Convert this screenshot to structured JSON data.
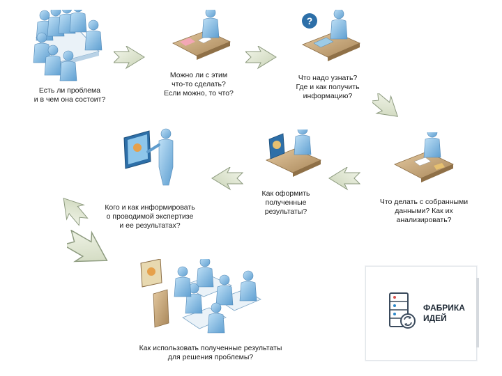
{
  "steps": [
    {
      "caption": "Есть ли проблема\nи в чем она состоит?"
    },
    {
      "caption": "Можно ли с этим\nчто-то сделать?\nЕсли можно, то что?"
    },
    {
      "caption": "Что надо узнать?\nГде и как получить\nинформацию?"
    },
    {
      "caption": "Что делать с собранными\nданными? Как их\nанализировать?"
    },
    {
      "caption": "Как оформить\nполученные\nрезультаты?"
    },
    {
      "caption": "Кого и как информировать\nо проводимой экспертизе\nи ее результатах?"
    },
    {
      "caption": "Как использовать полученные результаты\nдля решения проблемы?"
    }
  ],
  "brand": {
    "name": "ФАБРИКА\nИДЕЙ",
    "accent": "#2b87c9"
  },
  "colors": {
    "person_body": "#8fc1e4",
    "person_shade": "#5e9ccd",
    "desk": "#c9a878",
    "arrow_fill": "#e6ecd8",
    "arrow_stroke": "#8c9a7e"
  },
  "icons": [
    "conference-table-icon",
    "desk-worker-icon",
    "question-bubble-icon",
    "presentation-board-icon",
    "arrow-right-icon",
    "arrow-left-icon"
  ]
}
